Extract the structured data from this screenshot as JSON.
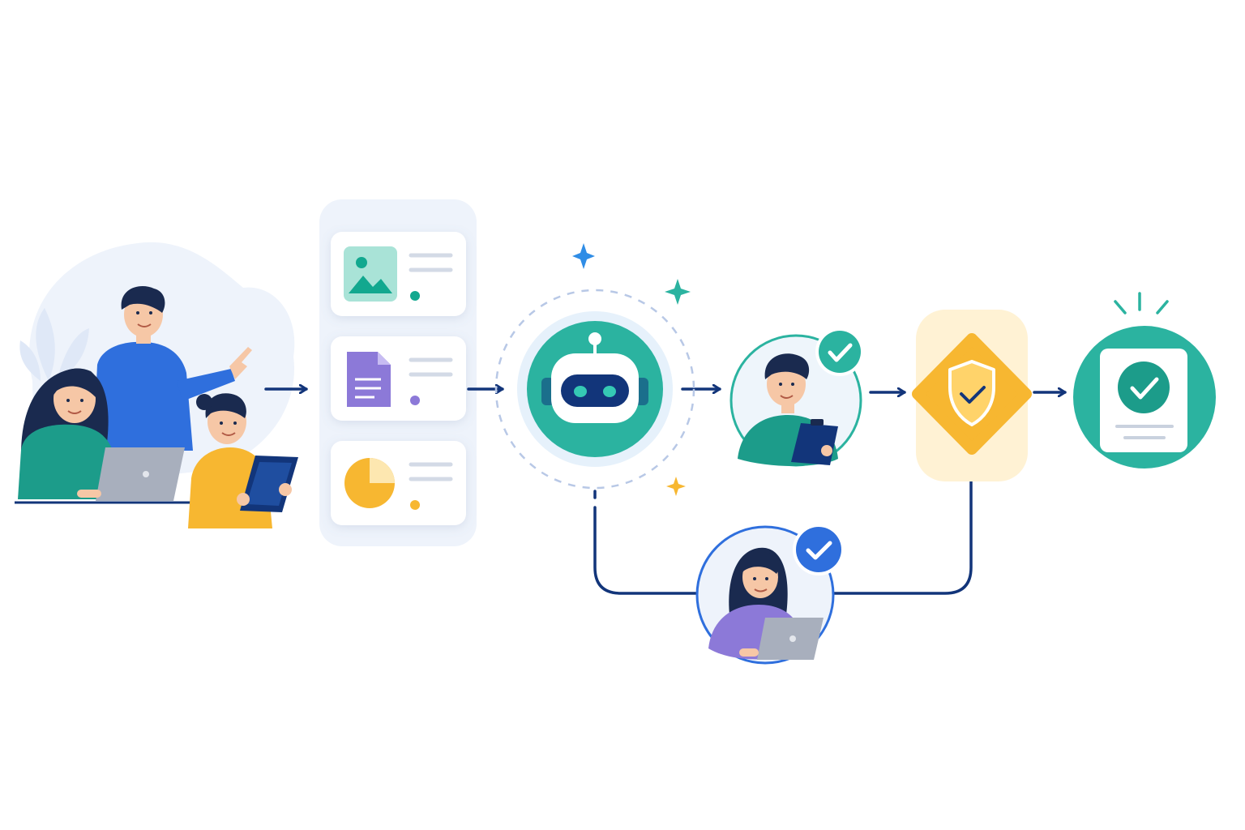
{
  "diagram": {
    "stages": [
      {
        "id": "team",
        "icon": "team-collaboration-illustration"
      },
      {
        "id": "inputs",
        "icon": "content-cards-panel",
        "cards": [
          {
            "icon": "image-icon",
            "accent": "#12a88f"
          },
          {
            "icon": "document-icon",
            "accent": "#8c79d8"
          },
          {
            "icon": "pie-chart-icon",
            "accent": "#f2b233"
          }
        ]
      },
      {
        "id": "ai",
        "icon": "robot-icon"
      },
      {
        "id": "review-1",
        "icon": "reviewer-with-clipboard",
        "status": "approved"
      },
      {
        "id": "review-2",
        "icon": "reviewer-with-laptop",
        "status": "approved"
      },
      {
        "id": "compliance",
        "icon": "shield-check-icon"
      },
      {
        "id": "output",
        "icon": "approved-document-icon"
      }
    ],
    "colors": {
      "navy": "#12357a",
      "teal": "#2bb3a0",
      "teal_light": "#e2f6f2",
      "blue": "#2f6fdd",
      "purple": "#8c79d8",
      "amber": "#f7b731",
      "amber_light": "#fff2d4",
      "panel": "#eef3fb"
    }
  }
}
